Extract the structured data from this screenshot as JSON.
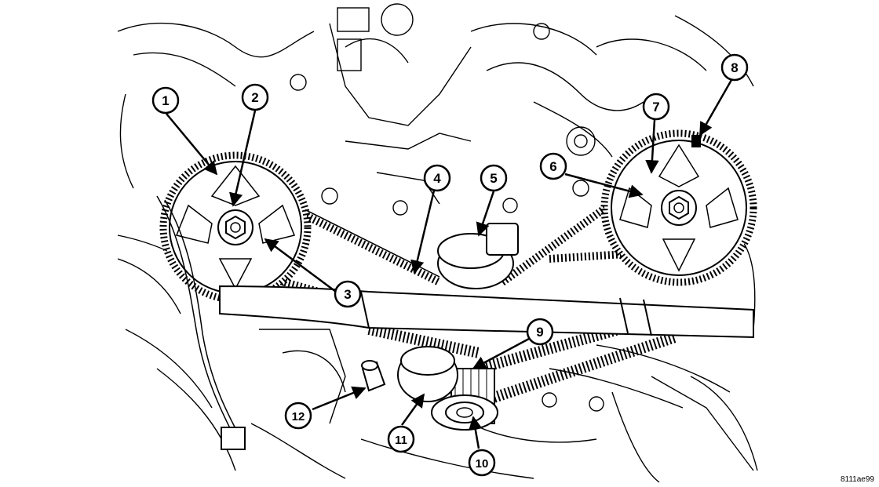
{
  "figure": {
    "callouts": [
      "1",
      "2",
      "3",
      "4",
      "5",
      "6",
      "7",
      "8",
      "9",
      "10",
      "11",
      "12"
    ],
    "drawing_code": "8111ae99",
    "colors": {
      "ink": "#000000",
      "paper": "#ffffff"
    }
  }
}
